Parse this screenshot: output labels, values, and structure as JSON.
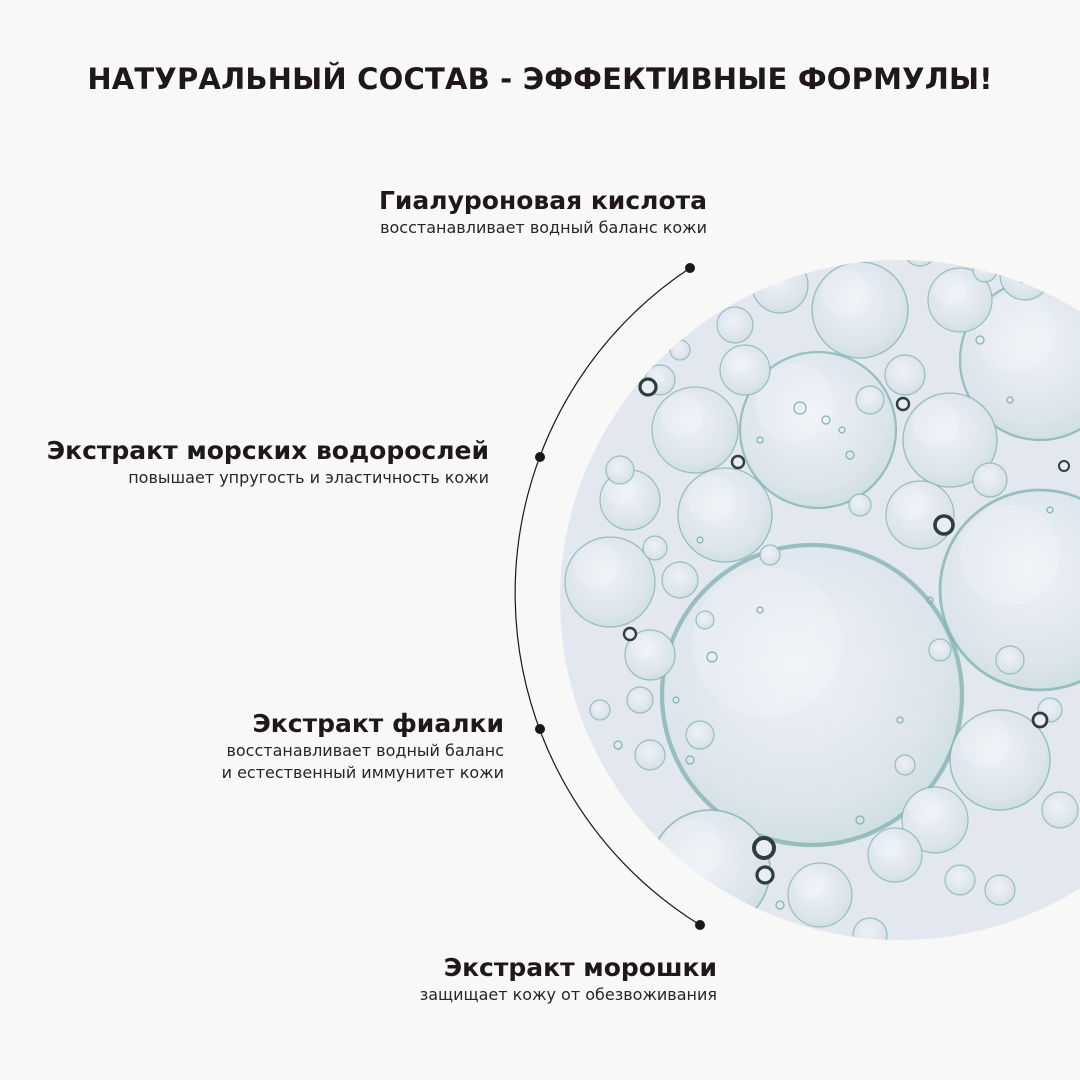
{
  "headline": "НАТУРАЛЬНЫЙ СОСТАВ - ЭФФЕКТИВНЫЕ ФОРМУЛЫ!",
  "ingredients": [
    {
      "name": "Гиалуроновая кислота",
      "description": [
        "восстанавливает водный баланс кожи"
      ]
    },
    {
      "name": "Экстракт морских водорослей",
      "description": [
        "повышает упругость и эластичность кожи"
      ]
    },
    {
      "name": "Экстракт фиалки",
      "description": [
        "восстанавливает водный баланс",
        "и естественный иммунитет кожи"
      ]
    },
    {
      "name": "Экстракт морошки",
      "description": [
        "защищает кожу от обезвоживания"
      ]
    }
  ],
  "colors": {
    "background": "#f8f8f6",
    "text": "#1f1818",
    "bubble_fill": "#dde4ee",
    "bubble_edge": "#7fb0b0"
  },
  "image": "oil-bubbles-photo"
}
